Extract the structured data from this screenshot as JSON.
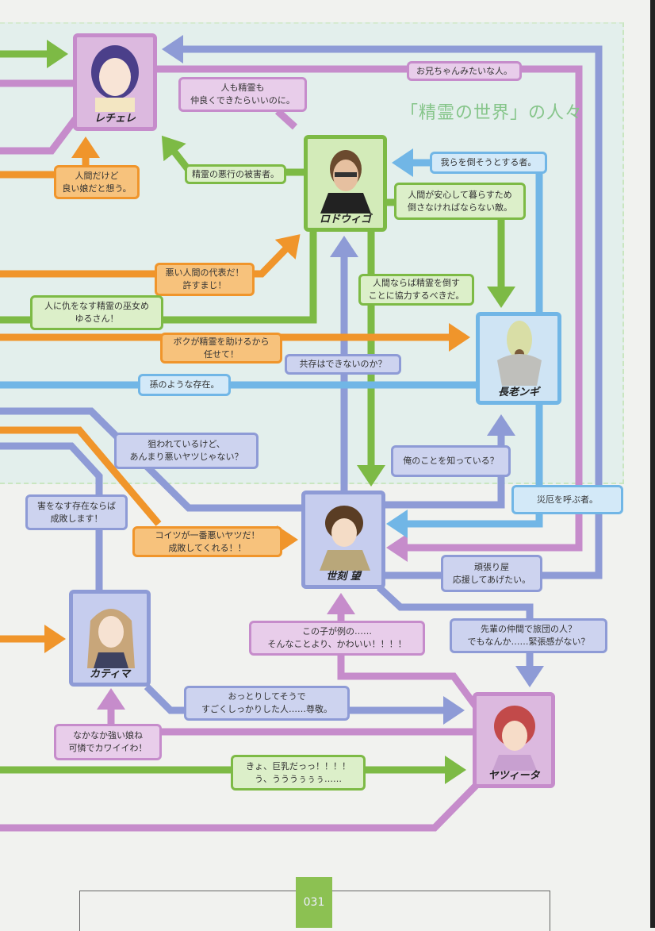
{
  "title": "「精霊の世界」の人々",
  "colors": {
    "green": "#7dba45",
    "orange": "#f0952b",
    "pink": "#c68ccb",
    "lavender": "#8e9bd6",
    "sky": "#71b6e6"
  },
  "characters": {
    "rechere": "レチェレ",
    "rodwigo": "ロドウィゴ",
    "elder": "長老ンギ",
    "seikoku": "世刻 望",
    "katima": "カティマ",
    "yatsuita": "ヤツィータ"
  },
  "labels": {
    "onii": "お兄ちゃんみたいな人。",
    "hitomo": "人も精霊も\n仲良くできたらいいのに。",
    "higaisha": "精霊の悪行の被害者。",
    "ningendakedo": "人間だけど\n良い娘だと想う。",
    "warera": "我らを倒そうとする者。",
    "anshin": "人間が安心して暮らすため\n倒さなければならない敵。",
    "warui": "悪い人間の代表だ！\n許すまじ！",
    "ningennaraba": "人間ならば精霊を倒す\nことに協力するべきだ。",
    "adanasu": "人に仇をなす精霊の巫女め\nゆるさん！",
    "boku": "ボクが精霊を助けるから\n任せて！",
    "kyouzon": "共存はできないのか？",
    "mago": "孫のような存在。",
    "nerawarete": "狙われているけど、\nあんまり悪いヤツじゃない？",
    "ore": "俺のことを知っている？",
    "saiyaku": "災厄を呼ぶ者。",
    "gaiwo": "害をなす存在ならば\n成敗します！",
    "koitsu": "コイツが一番悪いヤツだ！\n成敗してくれる！！",
    "ganbariya": "頑張り屋\n応援してあげたい。",
    "konoko": "この子が例の……\nそんなことより、かわいい！！！！",
    "senpai": "先輩の仲間で旅団の人？\nでもなんか……緊張感がない？",
    "ottori": "おっとりしてそうで\nすごくしっかりした人……尊敬。",
    "nakanaka": "なかなか強い娘ね\n可憐でカワイイわ！",
    "kyo": "きょ、巨乳だっっ！！！！\nう、うううぅぅぅ……"
  },
  "page_number": "031"
}
